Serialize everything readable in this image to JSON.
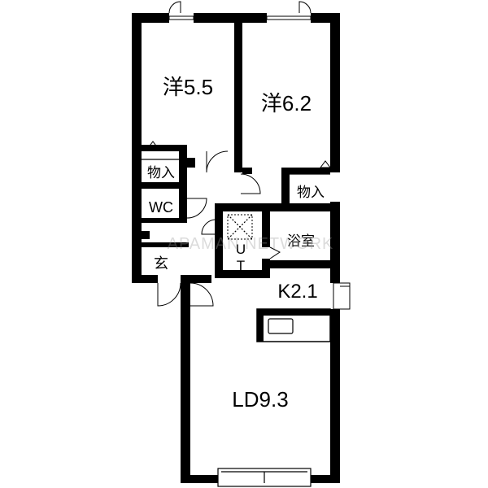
{
  "rooms": {
    "western_1": "洋5.5",
    "western_2": "洋6.2",
    "storage_1": "物入",
    "storage_2": "物入",
    "wc": "WC",
    "entrance": "玄",
    "bath": "浴室",
    "utility_u": "U",
    "utility_t": "T",
    "kitchen": "K2.1",
    "living_dining": "LD9.3"
  },
  "watermark": "APAMAN NETWORK",
  "colors": {
    "wall": "#000000",
    "background": "#ffffff"
  }
}
